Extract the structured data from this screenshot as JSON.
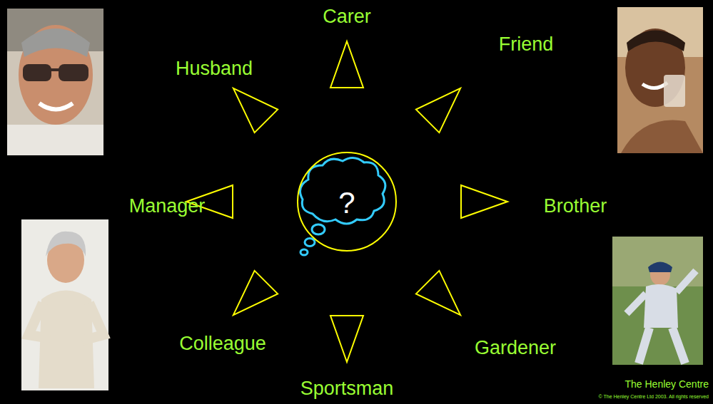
{
  "diagram": {
    "nodes": [
      {
        "text": [
          "?"
        ]
      }
    ],
    "labels": [
      "Carer",
      "Friend",
      "Brother",
      "Gardener",
      "Sportsman",
      "Colleague",
      "Manager",
      "Husband",
      "The Henley Centre",
      "© The Henley Centre Ltd 2003. All rights reserved"
    ]
  }
}
